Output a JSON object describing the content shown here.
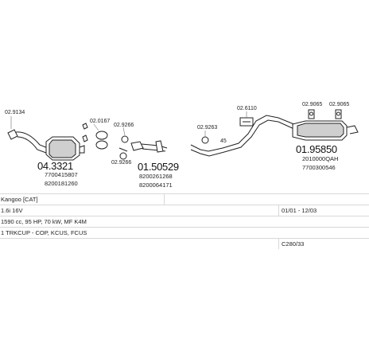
{
  "parts": {
    "clamp_front": {
      "code": "02.9134"
    },
    "catalyst": {
      "number": "04.3321",
      "oem1": "7700415807",
      "oem2": "8200181260"
    },
    "gasket_a": {
      "code": "02.0167"
    },
    "clamp_b": {
      "code": "02.9266"
    },
    "clamp_c": {
      "code": "02.9266"
    },
    "middle_pipe": {
      "number": "01.50529",
      "oem1": "8200261268",
      "oem2": "8200064171"
    },
    "clamp_d": {
      "code": "02.9263"
    },
    "angle_note": {
      "text": "45"
    },
    "hanger_e": {
      "code": "02.6110"
    },
    "mount_f": {
      "code": "02.9065"
    },
    "mount_g": {
      "code": "02.9065"
    },
    "rear_silencer": {
      "number": "01.95850",
      "oem1": "2010000QAH",
      "oem2": "7700300546"
    }
  },
  "info": {
    "model": "Kangoo [CAT]",
    "engine": "1.6i 16V",
    "years": "01/01 - 12/03",
    "specs": "1590 cc, 95 HP, 70 kW, MF K4M",
    "body": "1 TRKCUP - COP, KCUS, FCUS",
    "drawing": "C280/33"
  }
}
